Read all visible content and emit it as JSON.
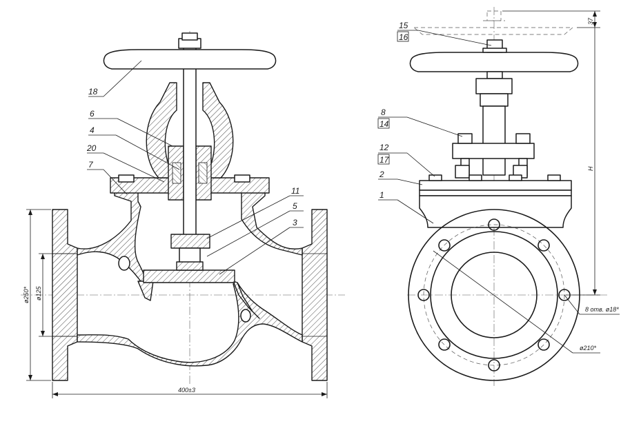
{
  "callouts_section": [
    {
      "id": "18",
      "text": "18"
    },
    {
      "id": "6",
      "text": "6"
    },
    {
      "id": "4",
      "text": "4"
    },
    {
      "id": "20",
      "text": "20"
    },
    {
      "id": "7",
      "text": "7"
    },
    {
      "id": "11",
      "text": "11"
    },
    {
      "id": "5",
      "text": "5"
    },
    {
      "id": "3",
      "text": "3"
    }
  ],
  "callouts_side": [
    {
      "id": "15",
      "text": "15"
    },
    {
      "id": "16",
      "text": "16"
    },
    {
      "id": "8",
      "text": "8"
    },
    {
      "id": "14",
      "text": "14"
    },
    {
      "id": "12",
      "text": "12"
    },
    {
      "id": "17",
      "text": "17"
    },
    {
      "id": "2",
      "text": "2"
    },
    {
      "id": "1",
      "text": "1"
    }
  ],
  "dimensions": {
    "length": "400±3",
    "flange_diameter": "ø250*",
    "bore_diameter": "ø125",
    "height": "H",
    "stroke": "37",
    "holes": "8 отв. ø18*",
    "bolt_circle": "ø210*"
  }
}
